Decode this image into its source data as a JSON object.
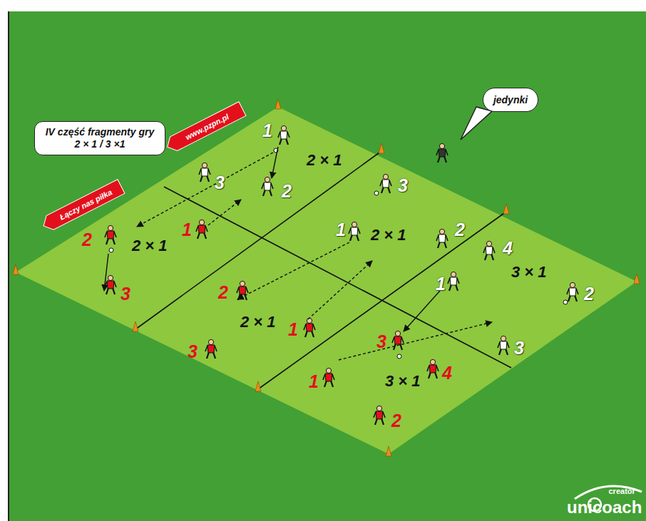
{
  "diagram": {
    "nodes": [
      {
        "text": [
          "IV część fragmenty gry 2 × 1 / 3 ×1"
        ]
      },
      {
        "text": [
          "jedynki"
        ]
      }
    ],
    "labels": [
      "www.pzpn.pl",
      "Łączy nas piłka",
      "2 × 1",
      "2 × 1",
      "2 × 1",
      "2 × 1",
      "3 × 1",
      "3 × 1",
      "1",
      "3",
      "2",
      "3",
      "1",
      "2",
      "4",
      "1",
      "2",
      "3",
      "2",
      "3",
      "1",
      "2",
      "3",
      "1",
      "3",
      "4",
      "1",
      "2",
      "creator",
      "unicoach"
    ]
  }
}
